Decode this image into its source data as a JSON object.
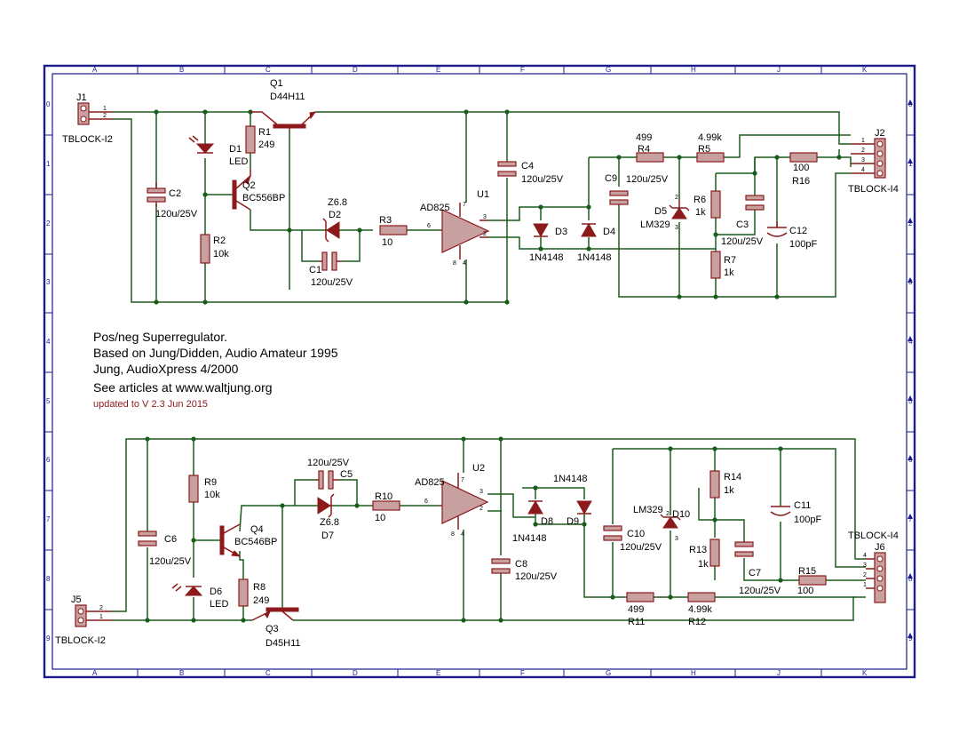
{
  "zones": {
    "columns": [
      "A",
      "B",
      "C",
      "D",
      "E",
      "F",
      "G",
      "H",
      "J",
      "K"
    ],
    "rows": [
      "0",
      "1",
      "2",
      "3",
      "4",
      "5",
      "6",
      "7",
      "8",
      "9"
    ]
  },
  "notes": {
    "line1": "Pos/neg Superregulator.",
    "line2": "Based on Jung/Didden, Audio Amateur 1995",
    "line3": "Jung, AudioXpress 4/2000",
    "line4": "See articles at www.waltjung.org",
    "update": "updated to V 2.3 Jun 2015"
  },
  "top": {
    "J1": {
      "ref": "J1",
      "val": "TBLOCK-I2"
    },
    "Q1": {
      "ref": "Q1",
      "val": "D44H11"
    },
    "R1": {
      "ref": "R1",
      "val": "249"
    },
    "D1": {
      "ref": "D1",
      "val": "LED"
    },
    "Q2": {
      "ref": "Q2",
      "val": "BC556BP"
    },
    "C2": {
      "ref": "C2",
      "val": "120u/25V"
    },
    "R2": {
      "ref": "R2",
      "val": "10k"
    },
    "D2": {
      "ref": "D2",
      "val": "Z6.8"
    },
    "C1": {
      "ref": "C1",
      "val": "120u/25V"
    },
    "R3": {
      "ref": "R3",
      "val": "10"
    },
    "U1": {
      "ref": "U1",
      "val": "AD825"
    },
    "C4": {
      "ref": "C4",
      "val": "120u/25V"
    },
    "D3": {
      "ref": "D3",
      "val": "1N4148"
    },
    "D4": {
      "ref": "D4",
      "val": "1N4148"
    },
    "C9": {
      "ref": "C9",
      "val": "120u/25V"
    },
    "R4": {
      "ref": "R4",
      "val": "499"
    },
    "R5": {
      "ref": "R5",
      "val": "4.99k"
    },
    "D5": {
      "ref": "D5",
      "val": "LM329"
    },
    "R6": {
      "ref": "R6",
      "val": "1k"
    },
    "C3": {
      "ref": "C3",
      "val": "120u/25V"
    },
    "C12": {
      "ref": "C12",
      "val": "100pF"
    },
    "R7": {
      "ref": "R7",
      "val": "1k"
    },
    "R16": {
      "ref": "R16",
      "val": "100"
    },
    "J2": {
      "ref": "J2",
      "val": "TBLOCK-I4"
    }
  },
  "bottom": {
    "J5": {
      "ref": "J5",
      "val": "TBLOCK-I2"
    },
    "C6": {
      "ref": "C6",
      "val": "120u/25V"
    },
    "R9": {
      "ref": "R9",
      "val": "10k"
    },
    "D6": {
      "ref": "D6",
      "val": "LED"
    },
    "Q4": {
      "ref": "Q4",
      "val": "BC546BP"
    },
    "R8": {
      "ref": "R8",
      "val": "249"
    },
    "Q3": {
      "ref": "Q3",
      "val": "D45H11"
    },
    "C5": {
      "ref": "C5",
      "val": "120u/25V"
    },
    "D7": {
      "ref": "D7",
      "val": "Z6.8"
    },
    "R10": {
      "ref": "R10",
      "val": "10"
    },
    "U2": {
      "ref": "U2",
      "val": "AD825"
    },
    "C8": {
      "ref": "C8",
      "val": "120u/25V"
    },
    "D8": {
      "ref": "D8",
      "val": "1N4148"
    },
    "D9": {
      "ref": "D9",
      "val": "1N4148"
    },
    "C10": {
      "ref": "C10",
      "val": "120u/25V"
    },
    "R11": {
      "ref": "R11",
      "val": "499"
    },
    "R12": {
      "ref": "R12",
      "val": "4.99k"
    },
    "D10": {
      "ref": "D10",
      "val": "LM329"
    },
    "R14": {
      "ref": "R14",
      "val": "1k"
    },
    "R13": {
      "ref": "R13",
      "val": "1k"
    },
    "C7": {
      "ref": "C7",
      "val": "120u/25V"
    },
    "C11": {
      "ref": "C11",
      "val": "100pF"
    },
    "R15": {
      "ref": "R15",
      "val": "100"
    },
    "J6": {
      "ref": "J6",
      "val": "TBLOCK-I4"
    }
  },
  "pins": {
    "p1": "1",
    "p2": "2",
    "p3": "3",
    "p4": "4",
    "p6": "6",
    "p7": "7",
    "p8": "8"
  }
}
